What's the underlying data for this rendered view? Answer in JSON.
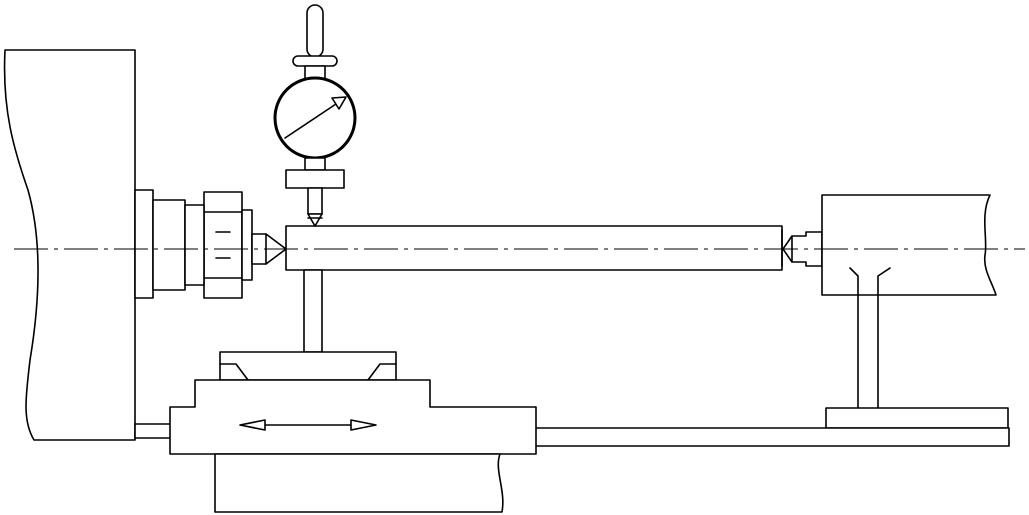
{
  "diagram": {
    "colors": {
      "line": "#000000",
      "background": "#ffffff"
    },
    "parts": [
      "headstock",
      "chuck",
      "live-center",
      "workpiece-shaft",
      "dial-indicator",
      "indicator-stem",
      "carriage",
      "cross-slide",
      "tailstock",
      "dead-center",
      "lathe-bed",
      "feed-direction-arrow",
      "center-axis"
    ]
  }
}
